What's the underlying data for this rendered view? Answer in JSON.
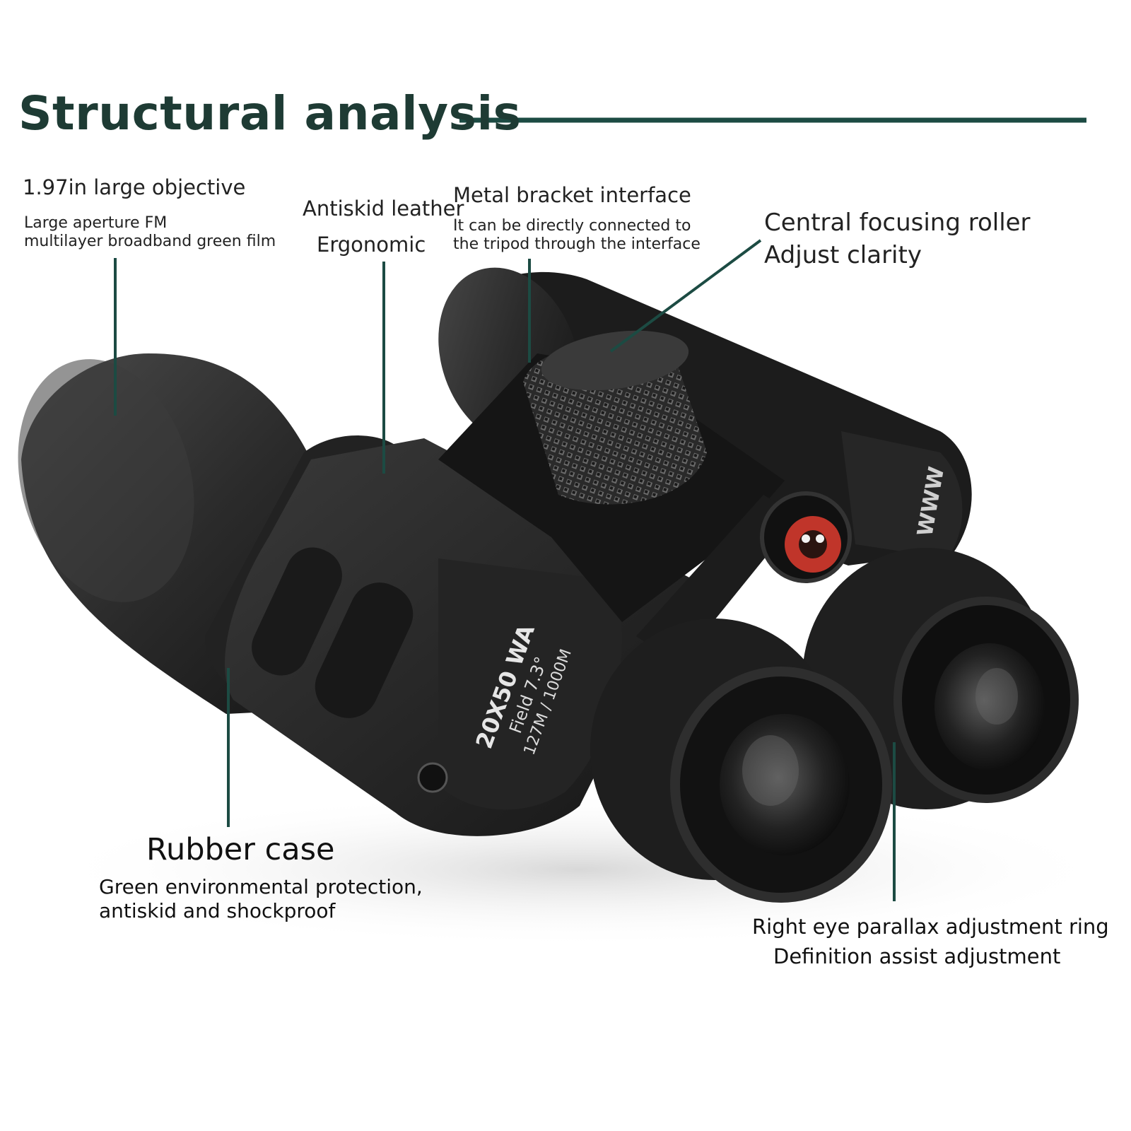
{
  "title": "Structural analysis",
  "accent_color": "#1c4b43",
  "callouts": {
    "objective": {
      "heading": "1.97in large objective",
      "lines": [
        "Large aperture FM",
        "multilayer broadband green film"
      ]
    },
    "leather": {
      "lines": [
        "Antiskid leather",
        "Ergonomic"
      ]
    },
    "bracket": {
      "heading": "Metal bracket interface",
      "lines": [
        "It can be directly connected to",
        "the tripod through the interface"
      ]
    },
    "focus": {
      "lines": [
        "Central focusing roller",
        "Adjust clarity"
      ]
    },
    "rubber": {
      "heading": "Rubber case",
      "lines": [
        "Green environmental protection,",
        "antiskid and shockproof"
      ]
    },
    "parallax": {
      "lines": [
        "Right eye parallax adjustment ring",
        "Definition assist adjustment"
      ]
    }
  },
  "product_marking": {
    "model": "20X50 WA",
    "field": "Field 7.3°",
    "distance": "127M / 1000M"
  },
  "icons": [
    "binoculars-illustration",
    "panda-logo-icon"
  ]
}
